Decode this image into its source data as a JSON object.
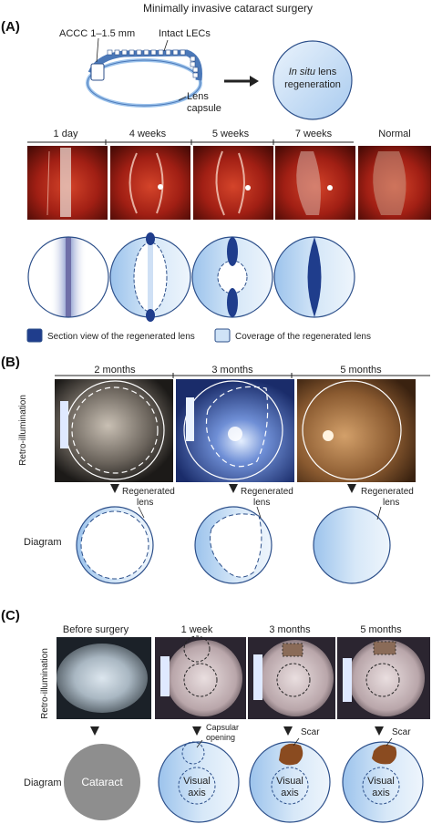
{
  "figure": {
    "title": "Minimally invasive cataract surgery",
    "panel_a": {
      "letter": "(A)",
      "schematic": {
        "accc_label": "ACCC 1–1.5 mm",
        "lec_label": "Intact LECs",
        "lens_label_line1": "Lens",
        "lens_label_line2": "capsule",
        "regen_line1_italic": "In situ",
        "regen_line1_rest": " lens",
        "regen_line2": "regeneration"
      },
      "timepoints": [
        "1 day",
        "4 weeks",
        "5 weeks",
        "7 weeks",
        "Normal"
      ],
      "legend": {
        "section_view": "Section view of the regenerated lens",
        "coverage": "Coverage of the regenerated lens"
      }
    },
    "panel_b": {
      "letter": "(B)",
      "timepoints": [
        "2 months",
        "3 months",
        "5 months"
      ],
      "row_label_photo": "Retro-illumination",
      "row_label_diagram": "Diagram",
      "regen_label_line1": "Regenerated",
      "regen_label_line2": "lens"
    },
    "panel_c": {
      "letter": "(C)",
      "timepoints": [
        "Before surgery",
        "1 week",
        "3 months",
        "5 months"
      ],
      "row_label_photo": "Retro-illumination",
      "row_label_diagram": "Diagram",
      "cataract_label": "Cataract",
      "capsular_line1": "Capsular",
      "capsular_line2": "opening",
      "scar_label": "Scar",
      "visual_line1": "Visual",
      "visual_line2": "axis"
    },
    "colors": {
      "lens_fill": "#cfe3f7",
      "lens_edge": "#2c4f8a",
      "regen_dark": "#1f3d8c",
      "scar": "#8a4b20",
      "cataract_grey": "#8e8e8e",
      "photo_red": "#9b1b12"
    }
  }
}
